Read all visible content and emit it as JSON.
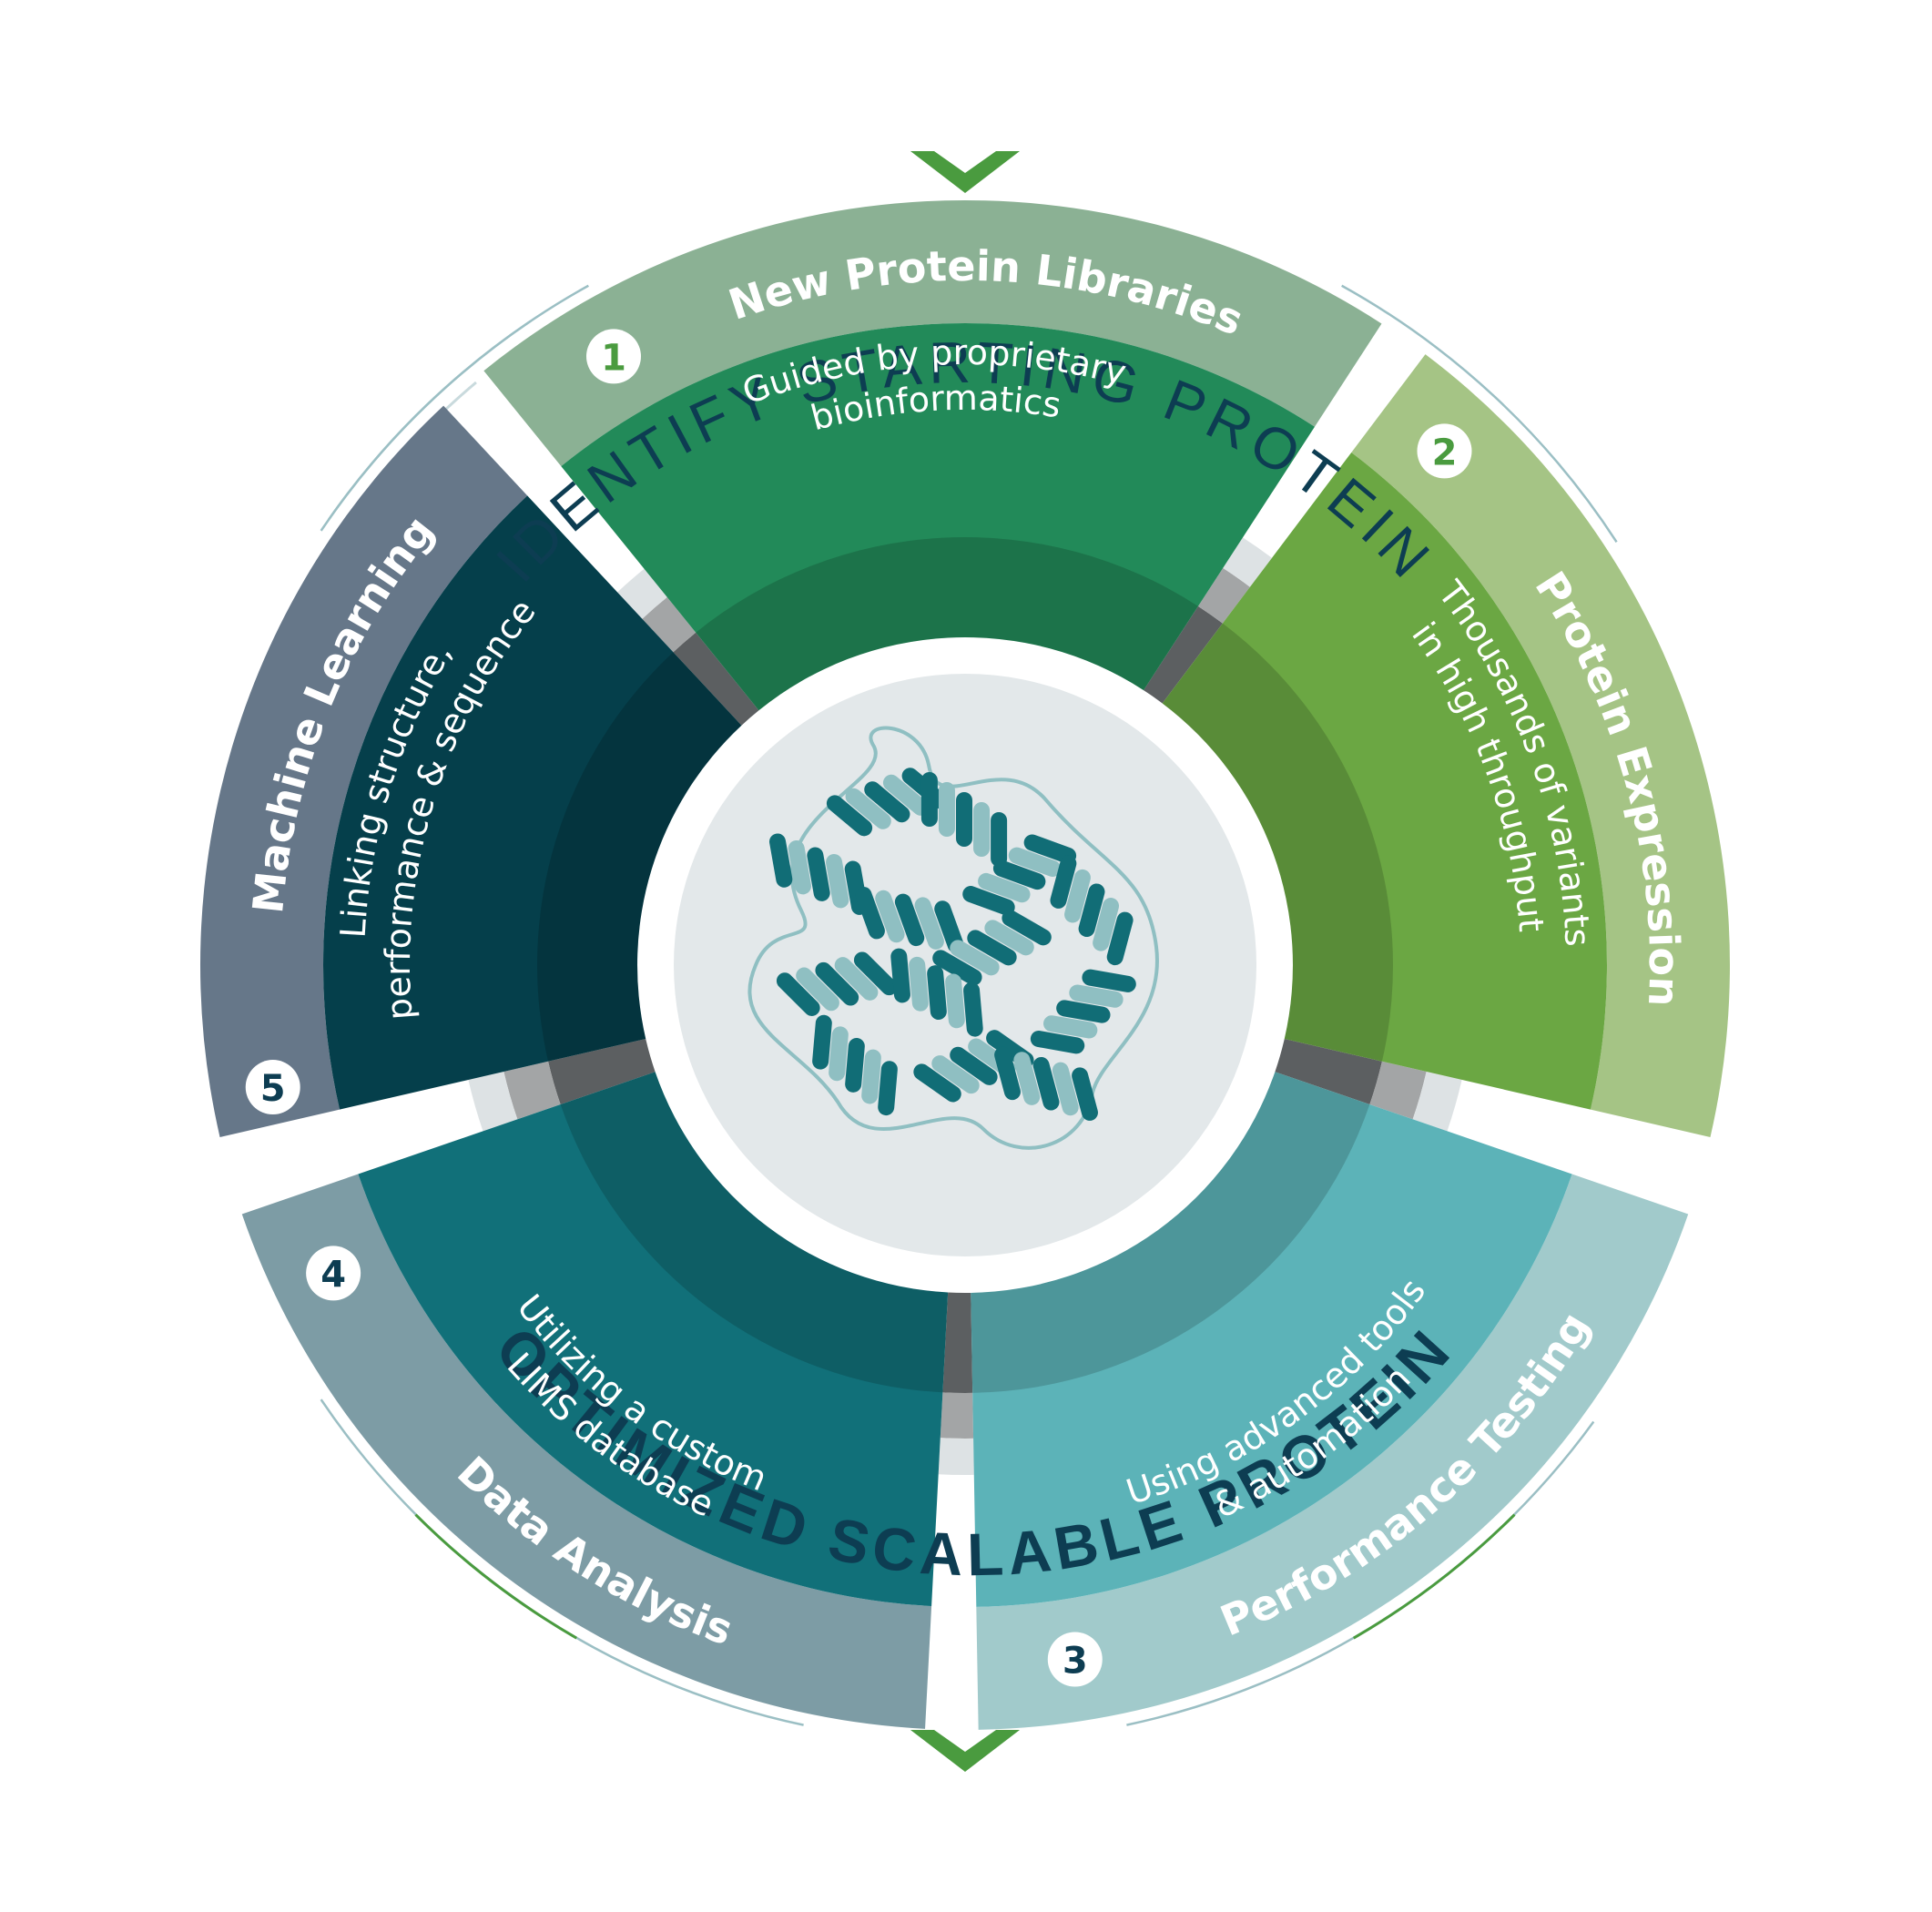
{
  "header": {
    "top_title": "IDENTIFY STARTING PROTEIN",
    "bottom_title": "OPTIMIZED SCALABLE PROTEIN"
  },
  "segments": [
    {
      "number": "1",
      "title": "New Protein Libraries",
      "desc1": "Guided by proprietary",
      "desc2": "bioinformatics"
    },
    {
      "number": "2",
      "title": "Protein Expression",
      "desc1": "Thousands of variants",
      "desc2": "in high throughput"
    },
    {
      "number": "3",
      "title": "Performance Testing",
      "desc1": "Using advanced tools",
      "desc2": "& automation"
    },
    {
      "number": "4",
      "title": "Data Analysis",
      "desc1": "Utilizing a custom",
      "desc2": "LIMS database"
    },
    {
      "number": "5",
      "title": "Machine Learning",
      "desc1": "Linking structure,",
      "desc2": "performance & sequence"
    }
  ],
  "colors": {
    "navy": "#0d3d52",
    "accent_green": "#4a9b3f",
    "thin_ring": "#9bbfc4",
    "seg1_outer": "#8bb194",
    "seg1_inner": "#228a59",
    "seg2_outer": "#a5c485",
    "seg2_inner": "#6ba743",
    "seg3_outer": "#a1cacb",
    "seg3_inner": "#5cb3b8",
    "seg4_outer": "#7d9ca5",
    "seg4_inner": "#117079",
    "seg5_outer": "#667789",
    "seg5_inner": "#053f4b",
    "center_fill": "#e3e8ea",
    "protein_light": "#8fbfc2",
    "protein_dark": "#116d76"
  },
  "center_icon": "protein-ribbon-icon"
}
